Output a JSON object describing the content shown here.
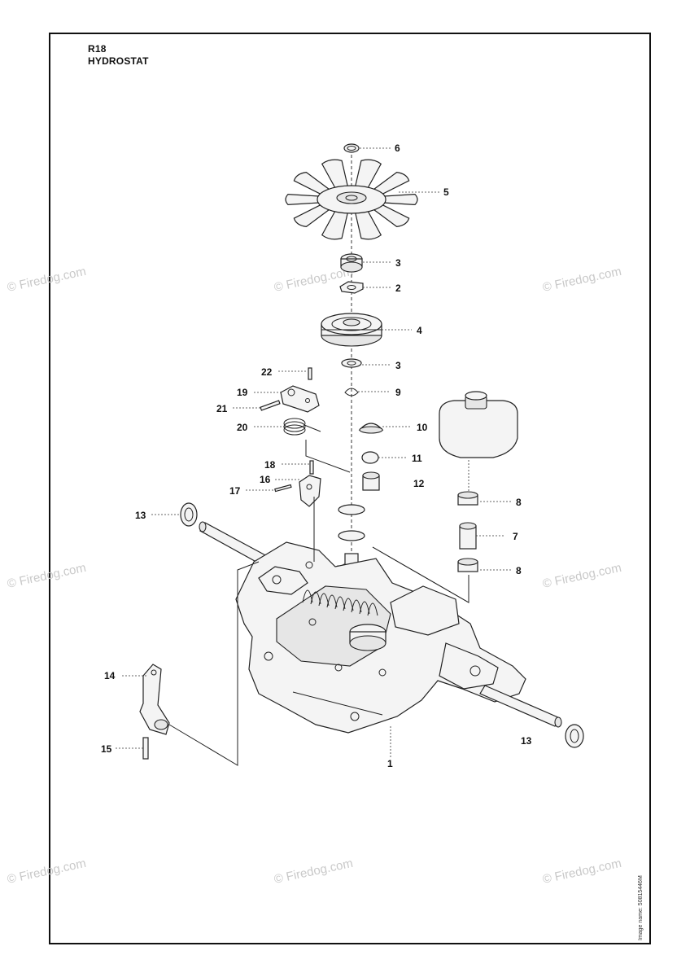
{
  "header": {
    "code": "R18",
    "title": "HYDROSTAT"
  },
  "side_note": "Image name: 50815446M",
  "watermark": "© Firedog.com",
  "callouts": [
    "6",
    "5",
    "3",
    "2",
    "4",
    "3",
    "9",
    "22",
    "19",
    "21",
    "20",
    "10",
    "11",
    "12",
    "18",
    "16",
    "17",
    "8",
    "7",
    "8",
    "13",
    "14",
    "15",
    "13",
    "1"
  ]
}
